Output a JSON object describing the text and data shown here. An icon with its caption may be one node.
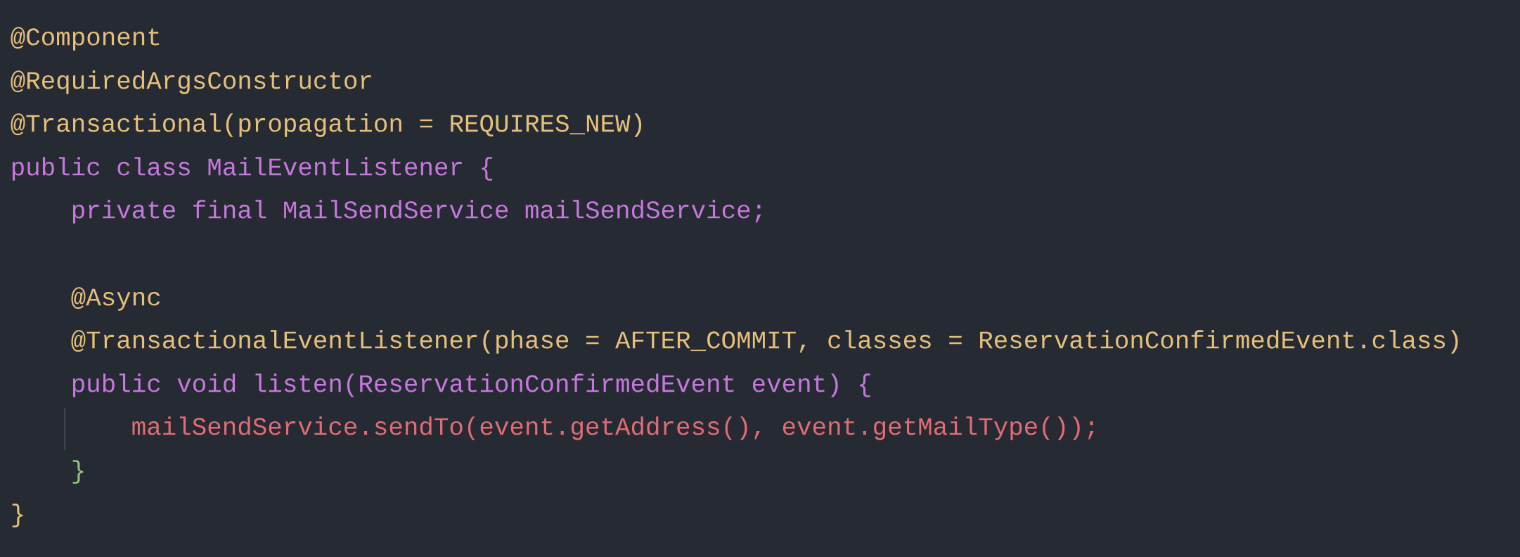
{
  "diagram": {
    "labels": [
      "@Component",
      "@RequiredArgsConstructor",
      "@Transactional(propagation = REQUIRES_NEW)",
      "public class MailEventListener {",
      "private final MailSendService mailSendService;",
      "@Async",
      "@TransactionalEventListener(phase = AFTER_COMMIT, classes = ReservationConfirmedEvent.class)",
      "public void listen(ReservationConfirmedEvent event) {",
      "mailSendService.sendTo(event.getAddress(), event.getMailType());",
      "}",
      "}"
    ]
  }
}
